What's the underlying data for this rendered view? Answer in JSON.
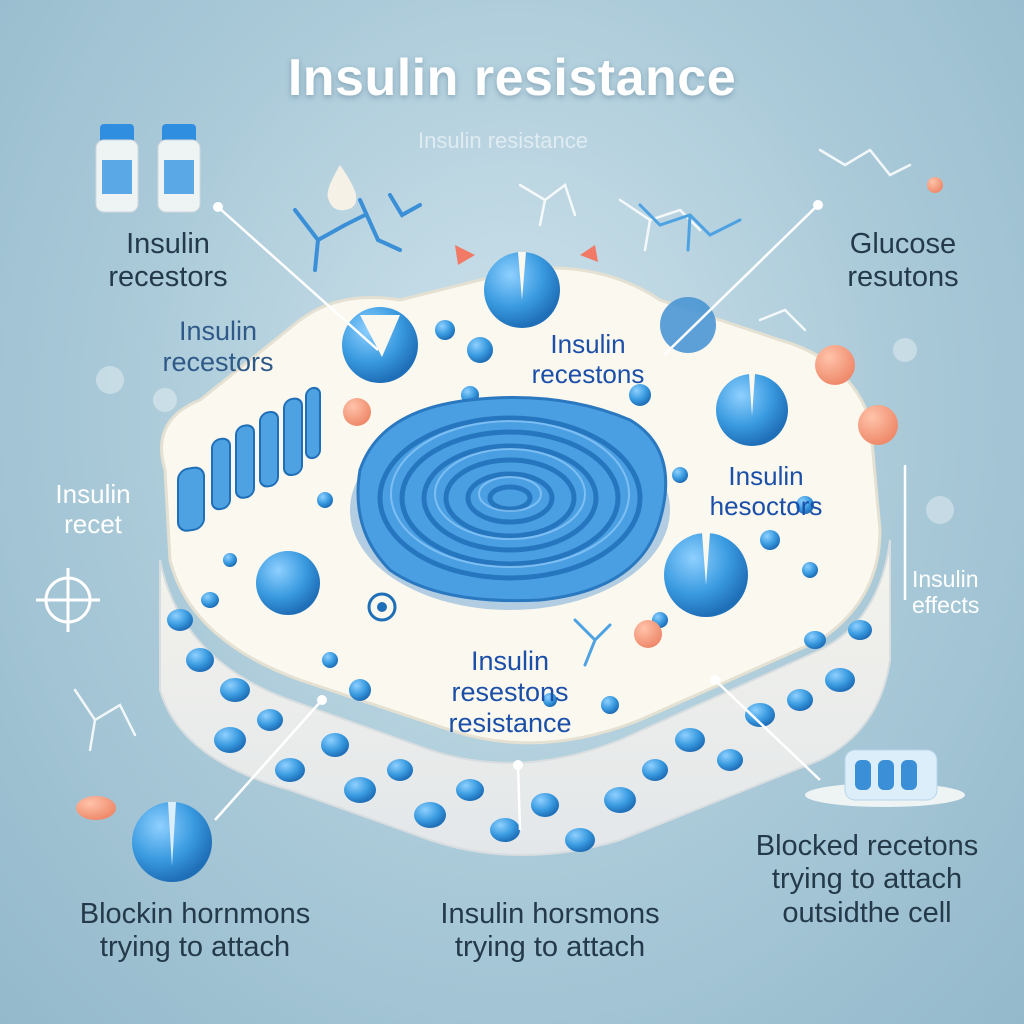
{
  "title": "Insulin resistance",
  "ghost_title": "Insulin resistance",
  "colors": {
    "background": "#a9c9d8",
    "cell_body": "#fbf8ef",
    "receptor_blue": "#3a9be0",
    "nucleus_blue": "#3f93dc",
    "text_dark": "#243a4a",
    "text_blue": "#1b4fa8",
    "glucose_orange": "#f08a6a"
  },
  "labels": {
    "top_left": "Insulin\nrecestors",
    "left_mid": "Insulin\nrecestors",
    "left_lower": "Insulin\nrecet",
    "top_right": "Glucose\nresutons",
    "right_side": "Insulin\neffects",
    "cell_top": "Insulin\nrecestons",
    "cell_right": "Insulin\nhesoctors",
    "cell_center": "Insulin\nresestons\nresistance",
    "bottom_left": "Blockin hornmons\ntrying to attach",
    "bottom_center": "Insulin horsmons\ntrying to attach",
    "bottom_right": "Blocked recetons\ntrying to attach\noutsidthe cell"
  },
  "icons": {
    "vials": "vial-icon",
    "droplet": "droplet-icon",
    "target": "crosshair-icon",
    "molecule": "molecule-icon"
  }
}
